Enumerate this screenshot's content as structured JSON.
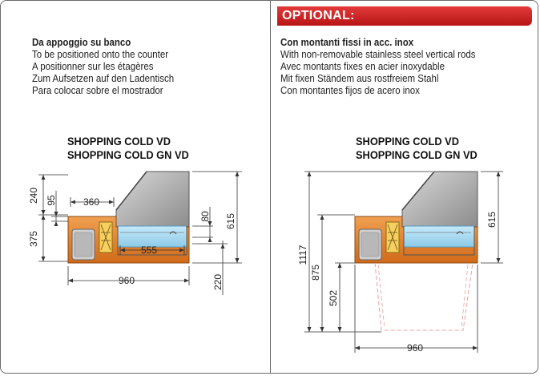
{
  "optional_label": "OPTIONAL:",
  "left": {
    "lines": [
      "Da appoggio su banco",
      "To be positioned onto the counter",
      "A positionner sur les étagères",
      "Zum Aufsetzen auf den Ladentisch",
      "Para colocar sobre el mostrador"
    ],
    "models": [
      "SHOPPING COLD VD",
      "SHOPPING COLD GN VD"
    ],
    "dimensions": {
      "d240": "240",
      "d95": "95",
      "d360": "360",
      "d375": "375",
      "d80": "80",
      "d555": "555",
      "d615": "615",
      "d960": "960",
      "d220": "220"
    }
  },
  "right": {
    "lines": [
      "Con montanti fissi in acc. inox",
      "With non-removable stainless steel vertical rods",
      "Avec montants fixes en acier inoxydable",
      "Mit fixen Ständem aus rostfreiem Stahl",
      "Con montantes fijos de acero inox"
    ],
    "models": [
      "SHOPPING COLD VD",
      "SHOPPING COLD GN VD"
    ],
    "dimensions": {
      "d1117": "1117",
      "d875": "875",
      "d502": "502",
      "d615": "615",
      "d960": "960"
    }
  },
  "colors": {
    "frame": "#6b6b6b",
    "optional_red": "#d42020",
    "cabinet_orange": "#e07a2a",
    "glass_grey": "#a9a9a9",
    "cold_blue": "#a8d8f0",
    "stand_pink": "#e8a0a0"
  }
}
